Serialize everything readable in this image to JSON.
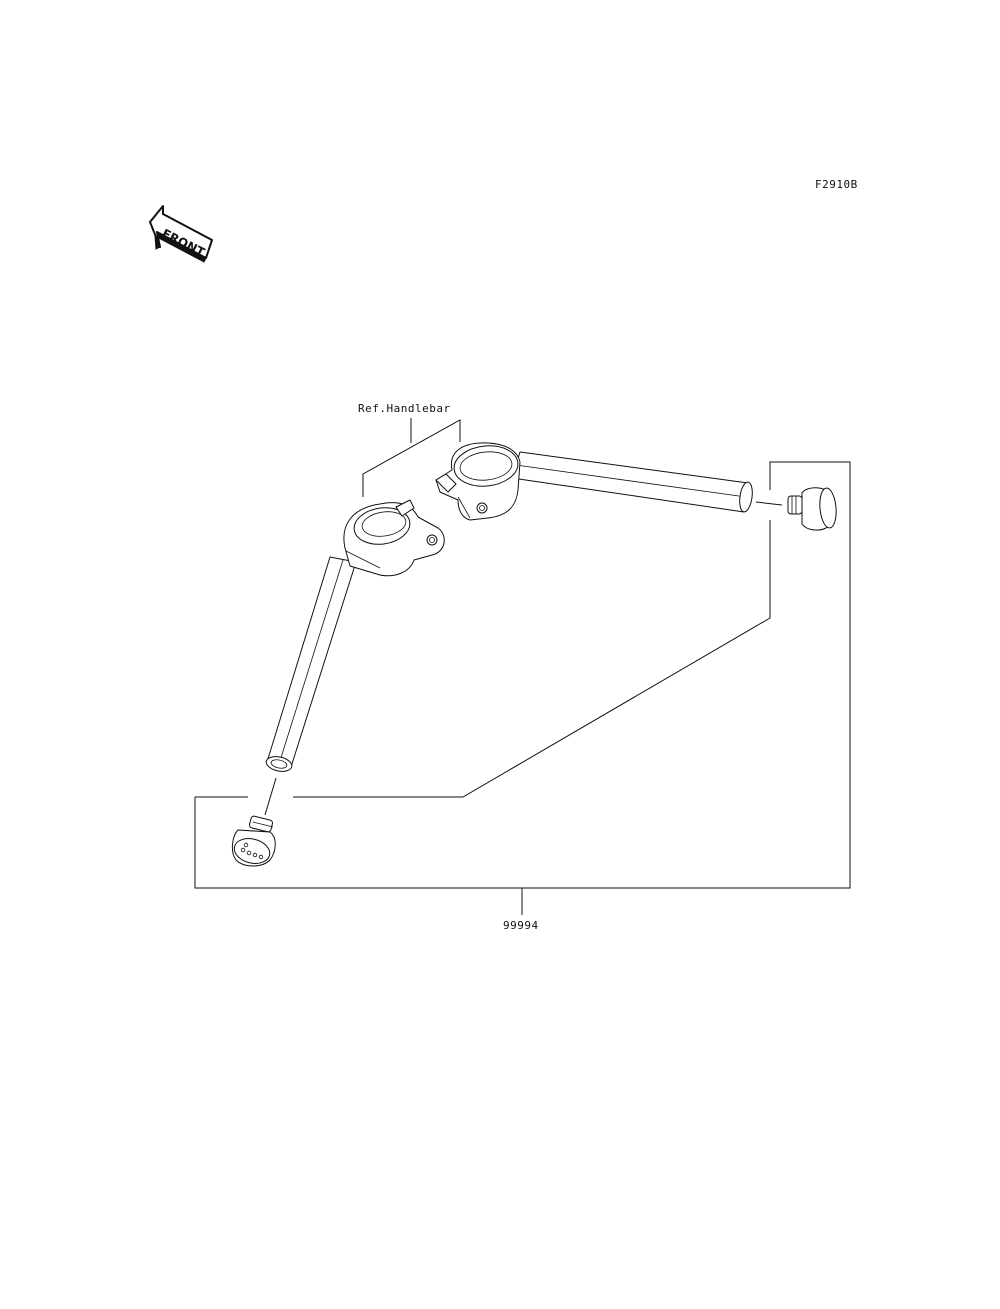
{
  "diagram_code": "F2910B",
  "front_label": "FRONT",
  "ref_label": "Ref.Handlebar",
  "part_number": "99994",
  "icons": {
    "front_arrow": "front-direction-arrow-icon"
  }
}
